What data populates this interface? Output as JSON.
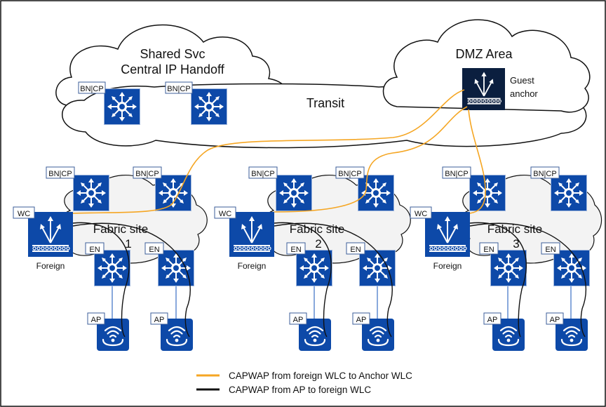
{
  "clouds": {
    "shared_title_1": "Shared Svc",
    "shared_title_2": "Central IP Handoff",
    "transit": "Transit",
    "dmz": "DMZ Area"
  },
  "labels": {
    "bncp": "BN|CP",
    "wc": "WC",
    "en": "EN",
    "ap": "AP",
    "foreign": "Foreign",
    "guest_1": "Guest",
    "guest_2": "anchor"
  },
  "sites": [
    {
      "line1": "Fabric site",
      "line2": "1"
    },
    {
      "line1": "Fabric site",
      "line2": "2"
    },
    {
      "line1": "Fabric site",
      "line2": "3"
    }
  ],
  "legend": {
    "orange": "CAPWAP from foreign WLC to Anchor WLC",
    "black": "CAPWAP from AP to foreign WLC"
  },
  "colors": {
    "device_blue": "#0d49a8",
    "anchor_navy": "#0b1f3f",
    "orange_link": "#f5a623",
    "black_link": "#111111",
    "ap_link": "#3a6fc4"
  },
  "icons": {
    "router": "router-hub-icon",
    "wlc": "wireless-controller-icon",
    "ap": "wifi-access-point-icon"
  }
}
